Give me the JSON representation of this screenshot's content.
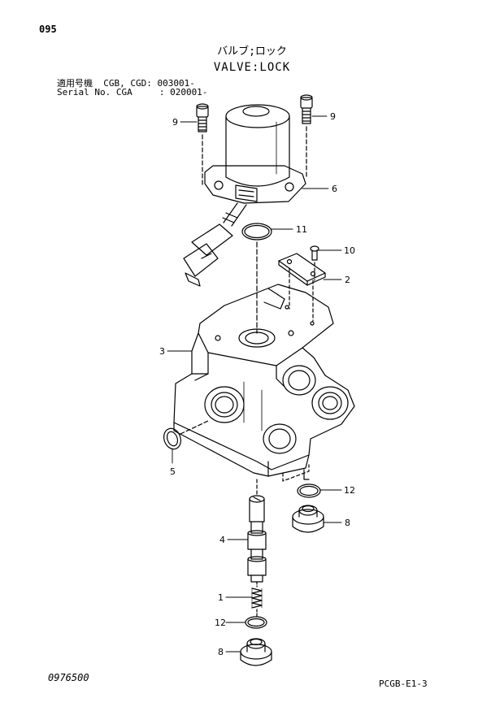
{
  "header": {
    "page_number": "095",
    "title_jp": "バルブ;ロック",
    "title_en": "VALVE:LOCK",
    "serial_line_1": "適用号機  CGB, CGD: 003001-",
    "serial_line_2": "Serial No. CGA     : 020001-"
  },
  "footer": {
    "doc_number": "0976500",
    "sheet_code": "PCGB-E1-3"
  },
  "callouts": {
    "c9_left": "9",
    "c9_right": "9",
    "c6": "6",
    "c11": "11",
    "c10": "10",
    "c2": "2",
    "c3": "3",
    "c5": "5",
    "c12_upper": "12",
    "c8_upper": "8",
    "c4": "4",
    "c1": "1",
    "c12_lower": "12",
    "c8_lower": "8"
  },
  "colors": {
    "ink": "#000000",
    "paper": "#ffffff"
  }
}
